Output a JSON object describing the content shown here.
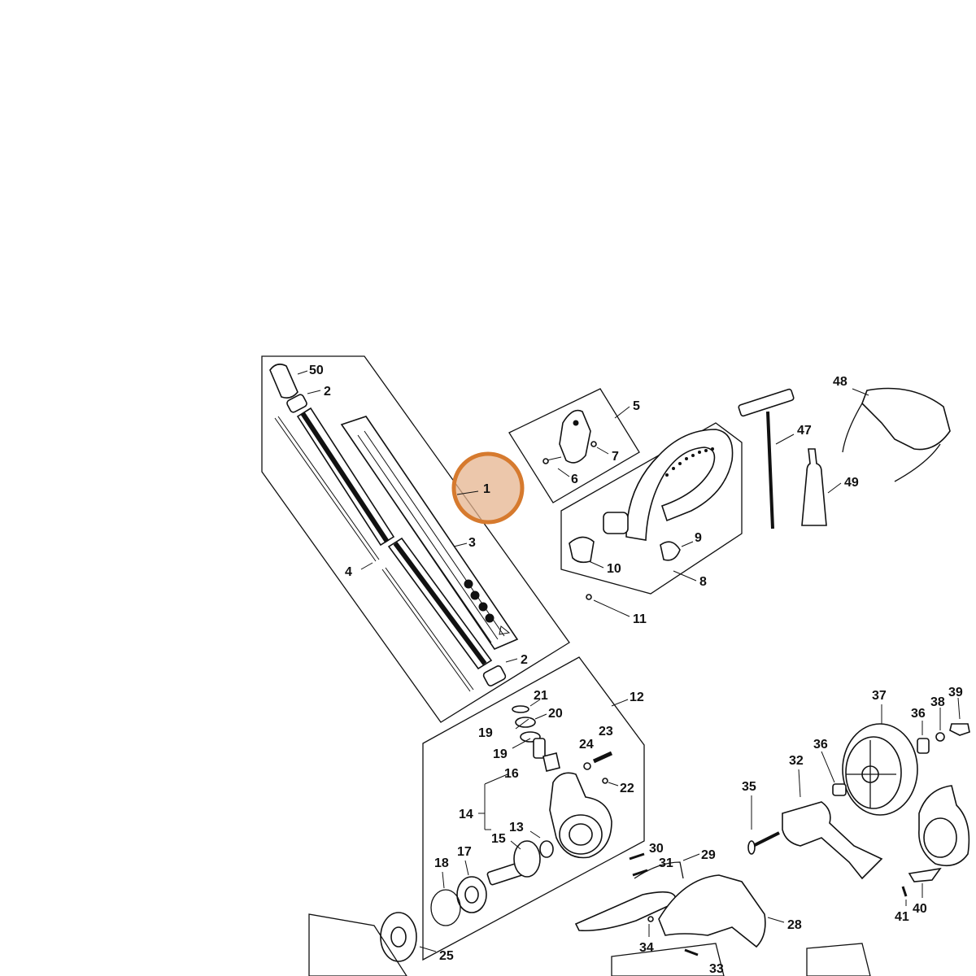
{
  "diagram": {
    "highlight_color": "#d67a2e",
    "highlight_fill": "#e6b48f",
    "highlighted_callout": "1",
    "callouts": [
      "1",
      "2",
      "3",
      "4",
      "5",
      "6",
      "7",
      "8",
      "9",
      "10",
      "11",
      "12",
      "13",
      "14",
      "15",
      "16",
      "17",
      "18",
      "19",
      "20",
      "21",
      "22",
      "23",
      "24",
      "25",
      "28",
      "29",
      "30",
      "31",
      "32",
      "33",
      "34",
      "35",
      "36",
      "37",
      "38",
      "39",
      "40",
      "41",
      "47",
      "48",
      "49",
      "50"
    ],
    "shaft_labels": {
      "l50": "50",
      "l2a": "2",
      "l3": "3",
      "l4": "4",
      "l2b": "2"
    },
    "handle_labels": {
      "l5": "5",
      "l6": "6",
      "l7": "7",
      "l8": "8",
      "l9": "9",
      "l10": "10",
      "l11": "11"
    },
    "tool_labels": {
      "l47": "47",
      "l48": "48",
      "l49": "49"
    },
    "gear_labels": {
      "l12": "12",
      "l13": "13",
      "l14": "14",
      "l15": "15",
      "l16": "16",
      "l17": "17",
      "l18": "18",
      "l19a": "19",
      "l19b": "19",
      "l20": "20",
      "l21": "21",
      "l22": "22",
      "l23": "23",
      "l24": "24",
      "l25": "25"
    },
    "edger_labels": {
      "l28": "28",
      "l29": "29",
      "l30": "30",
      "l31": "31",
      "l32": "32",
      "l33": "33",
      "l34": "34",
      "l35": "35",
      "l36a": "36",
      "l36b": "36",
      "l37": "37",
      "l38": "38",
      "l39": "39",
      "l40": "40",
      "l41": "41"
    },
    "hot_label": "1"
  }
}
